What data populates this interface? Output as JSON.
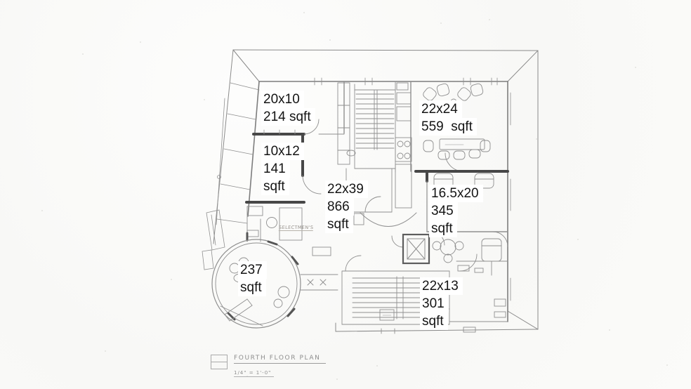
{
  "figure_title": "Fourth floor plan with room dimension overlays",
  "colors": {
    "background": "#f9f9f7",
    "plan_line": "#8f8f8f",
    "plan_wall_dark": "#474747",
    "label_text": "#141414",
    "label_background": "#ffffff",
    "legend_text": "#8e8e8e"
  },
  "labels": {
    "room_20x10": {
      "line1": "20x10",
      "line2": "214 sqft"
    },
    "room_22x24": {
      "line1": "22x24",
      "line2": "559  sqft"
    },
    "room_10x12": {
      "line1": "10x12",
      "line2": "141",
      "line3": "sqft"
    },
    "room_22x39": {
      "line1": "22x39",
      "line2": "866",
      "line3": "sqft"
    },
    "room_16_5x20": {
      "line1": "16.5x20",
      "line2": "345",
      "line3": "sqft"
    },
    "room_237": {
      "line1": "237",
      "line2": "sqft"
    },
    "room_22x13": {
      "line1": "22x13",
      "line2": "301",
      "line3": "sqft"
    }
  },
  "annotations": {
    "selectmens": "SELECTMEN'S"
  },
  "legend": {
    "title": "FOURTH FLOOR PLAN",
    "scale": "1/4\" = 1'-0\""
  }
}
